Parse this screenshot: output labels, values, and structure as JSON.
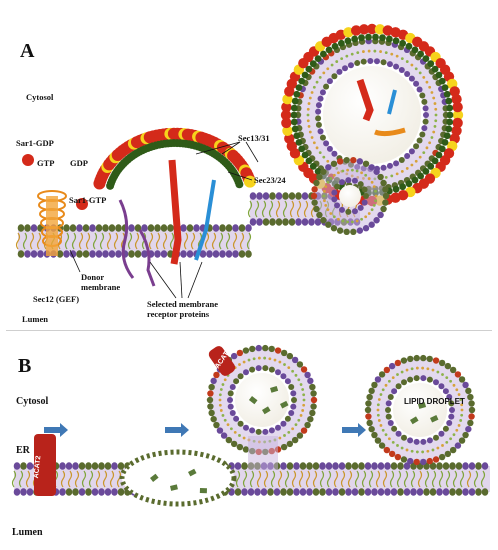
{
  "panel_a": {
    "letter": "A",
    "cytosol": "Cytosol",
    "lumen": "Lumen",
    "sar1_gdp": "Sar1-GDP",
    "gtp": "GTP",
    "gdp": "GDP",
    "sar1_gtp": "Sar1-GTP",
    "sec12": "Sec12 (GEF)",
    "donor_line1": "Donor",
    "donor_line2": "membrane",
    "sec13_31": "Sec13/31",
    "sec23_24": "Sec23/24",
    "receptor_line1": "Selected membrane",
    "receptor_line2": "receptor proteins"
  },
  "panel_b": {
    "letter": "B",
    "cytosol": "Cytosol",
    "er": "ER",
    "lumen": "Lumen",
    "acat2_membrane": "ACAT2",
    "acat2_vesicle": "ACAT2",
    "lipid_droplet": "LIPID DROPLET"
  },
  "colors": {
    "head_green": "#5a6b2e",
    "head_purple": "#6a4a9a",
    "tail_lilac": "#c8b4dd",
    "coat_red": "#d42a1a",
    "coat_yellow": "#f6d31c",
    "coat_green": "#2f5b18",
    "receptor_blue": "#2a8fd6",
    "acat2_red": "#b8231b",
    "arrow_blue": "#3f78b5",
    "cargo_green": "#5a7a3a"
  }
}
